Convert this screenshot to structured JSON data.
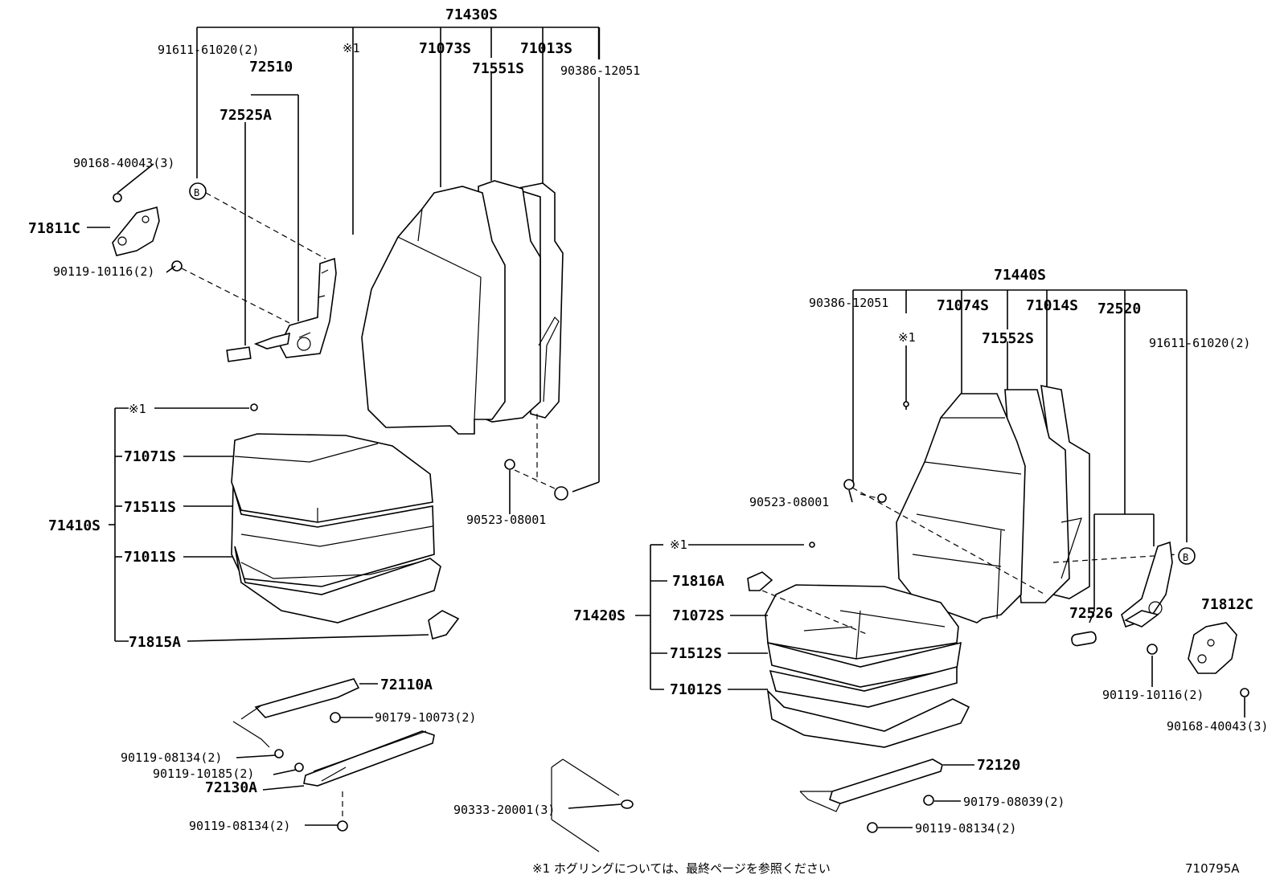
{
  "labels": {
    "l71430S": "71430S",
    "l91611a": "91611-61020(2)",
    "lnote1a": "※1",
    "l71073S": "71073S",
    "l71013S": "71013S",
    "l72510": "72510",
    "l71551S": "71551S",
    "l90386a": "90386-12051",
    "l72525A": "72525A",
    "l90168a": "90168-40043(3)",
    "lBa": "B",
    "l71811C": "71811C",
    "l90119a": "90119-10116(2)",
    "lnote1b": "※1",
    "l71071S": "71071S",
    "l71511S": "71511S",
    "l71410S": "71410S",
    "l71011S": "71011S",
    "l71815A": "71815A",
    "l90523a": "90523-08001",
    "l72110A": "72110A",
    "l90179a": "90179-10073(2)",
    "l90119b": "90119-08134(2)",
    "l90119c": "90119-10185(2)",
    "l72130A": "72130A",
    "l90119d": "90119-08134(2)",
    "l90333": "90333-20001(3)",
    "l71440S": "71440S",
    "l90386b": "90386-12051",
    "l71074S": "71074S",
    "l71014S": "71014S",
    "l72520": "72520",
    "lnote1c": "※1",
    "l71552S": "71552S",
    "l91611b": "91611-61020(2)",
    "l90523b": "90523-08001",
    "lnote1d": "※1",
    "l71816A": "71816A",
    "l71420S": "71420S",
    "l71072S": "71072S",
    "l71512S": "71512S",
    "l71012S": "71012S",
    "lBb": "B",
    "l72526": "72526",
    "l71812C": "71812C",
    "l90119e": "90119-10116(2)",
    "l90168b": "90168-40043(3)",
    "l72120": "72120",
    "l90179b": "90179-08039(2)",
    "l90119f": "90119-08134(2)"
  },
  "footnote": "※1  ホグリングについては、最終ページを参照ください",
  "figure_id": "710795A"
}
